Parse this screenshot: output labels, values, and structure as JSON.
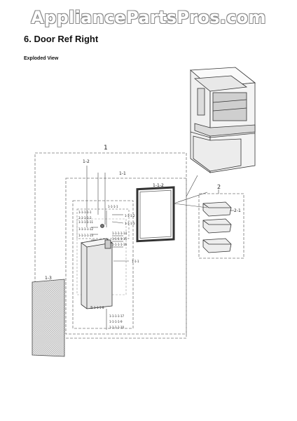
{
  "watermark": "AppliancePartsPros.com",
  "section_title": "6.  Door Ref Right",
  "subtitle": "Exploded View",
  "callouts": {
    "assy_1": "1",
    "assy_1_1": "1-1",
    "part_1_2": "1-2",
    "part_1_1_2": "1-1-2",
    "part_1_3": "1-3",
    "assy_2": "2",
    "part_2_1": "2-1",
    "door_assy": "1-1-1",
    "tag_1_1_1_1": "1-1-1-1",
    "tag_1_1_1_2": "1-1-1-2",
    "tag_1_1_1_3": "1-1-1-3",
    "tag_a": "1-1-1-1-1",
    "tag_b": "1-1-1-1-11",
    "tag_c": "1-1-1-1-12",
    "tag_d": "1-1-1-1-13",
    "tag_e": "1-1-1-1-14",
    "tag_f": "1-1-1-1-15",
    "tag_g": "1-1-1-1-16",
    "tag_h": "1-1-1-1-17",
    "tag_i": "1-1-1-1-8",
    "tag_j": "1-1-1-1-9",
    "tag_k": "1-1-1-1-10",
    "tag_l": "1-1-1-1-2"
  }
}
